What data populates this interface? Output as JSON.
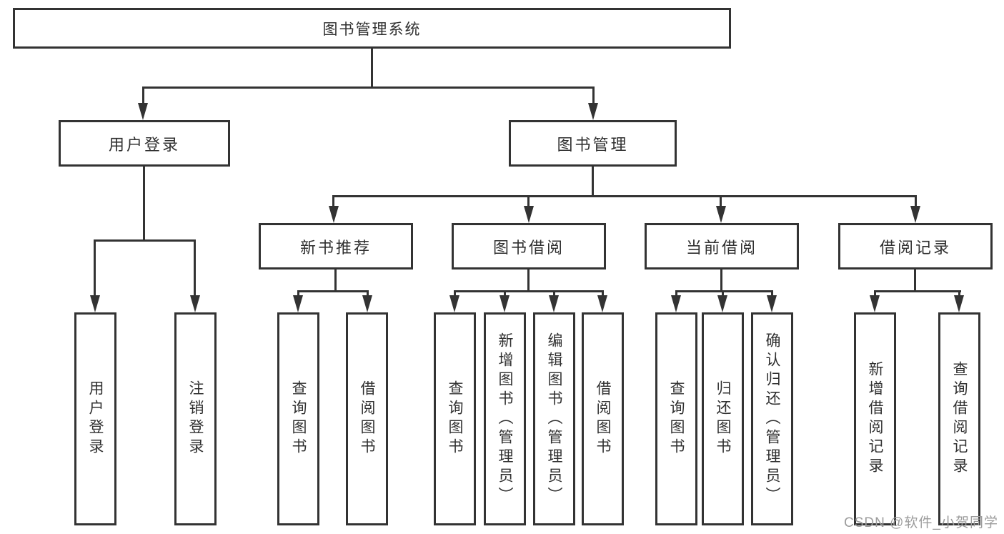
{
  "tree": {
    "root": {
      "label": "图书管理系统",
      "children": [
        {
          "label": "用户登录",
          "children": [
            {
              "label": "用户登录"
            },
            {
              "label": "注销登录"
            }
          ]
        },
        {
          "label": "图书管理",
          "children": [
            {
              "label": "新书推荐",
              "children": [
                {
                  "label": "查询图书"
                },
                {
                  "label": "借阅图书"
                }
              ]
            },
            {
              "label": "图书借阅",
              "children": [
                {
                  "label": "查询图书"
                },
                {
                  "label": "新增图书（管理员）"
                },
                {
                  "label": "编辑图书（管理员）"
                },
                {
                  "label": "借阅图书"
                }
              ]
            },
            {
              "label": "当前借阅",
              "children": [
                {
                  "label": "查询图书"
                },
                {
                  "label": "归还图书"
                },
                {
                  "label": "确认归还（管理员）"
                }
              ]
            },
            {
              "label": "借阅记录",
              "children": [
                {
                  "label": "新增借阅记录"
                },
                {
                  "label": "查询借阅记录"
                }
              ]
            }
          ]
        }
      ]
    }
  },
  "watermark": {
    "text": "CSDN @软件_小贺同学"
  },
  "colors": {
    "line": "#333333",
    "text": "#303030",
    "watermark": "#9c9c9c",
    "background": "#ffffff"
  }
}
